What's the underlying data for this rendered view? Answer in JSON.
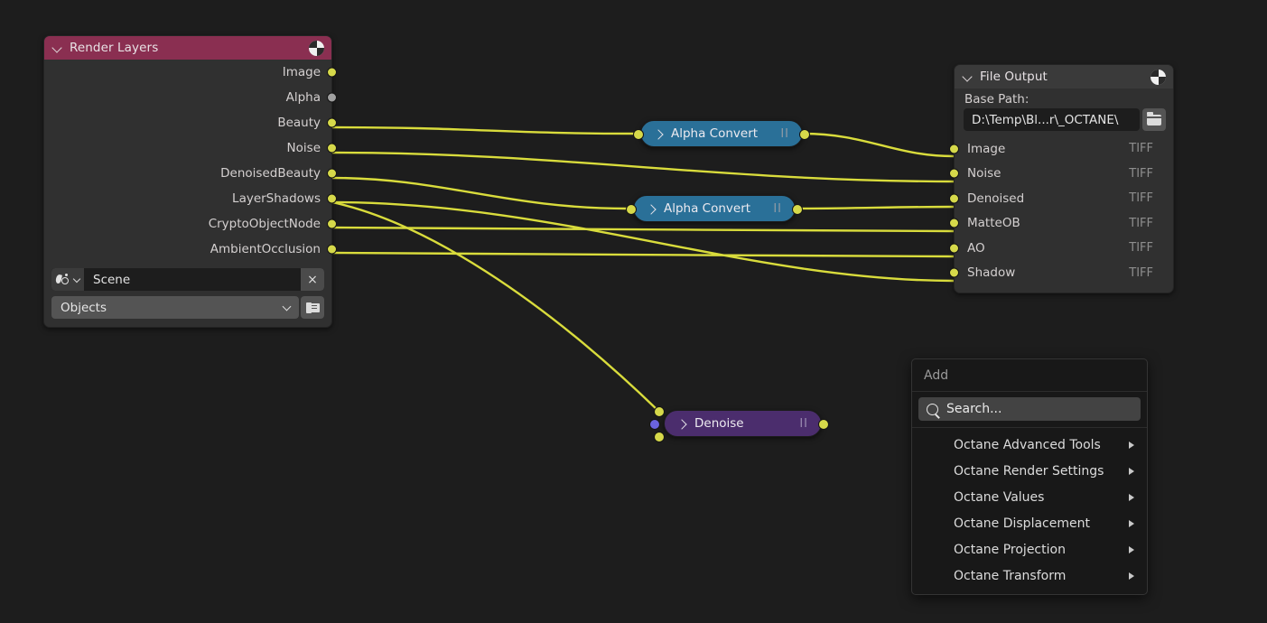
{
  "canvas": {
    "background": "#1d1d1d",
    "wire_color": "#d9dc3c"
  },
  "nodes": {
    "render_layers": {
      "title": "Render Layers",
      "header_color": "#8a2f51",
      "icon": "compositing-icon",
      "outputs": [
        {
          "label": "Image",
          "socket": "image",
          "connected": false
        },
        {
          "label": "Alpha",
          "socket": "value",
          "connected": false
        },
        {
          "label": "Beauty",
          "socket": "image",
          "connected": true
        },
        {
          "label": "Noise",
          "socket": "image",
          "connected": true
        },
        {
          "label": "DenoisedBeauty",
          "socket": "image",
          "connected": true
        },
        {
          "label": "LayerShadows",
          "socket": "image",
          "connected": true
        },
        {
          "label": "CryptoObjectNode",
          "socket": "image",
          "connected": true
        },
        {
          "label": "AmbientOcclusion",
          "socket": "image",
          "connected": true
        }
      ],
      "scene_field": {
        "value": "Scene",
        "clear_label": "×",
        "icon": "scene-id-icon"
      },
      "layer_dropdown": {
        "value": "Objects",
        "copy_icon": "duplicate-icon"
      }
    },
    "file_output": {
      "title": "File Output",
      "header_color": "#3a3a3a",
      "icon": "compositing-icon",
      "base_path_label": "Base Path:",
      "base_path_value": "D:\\Temp\\Bl...r\\_OCTANE\\",
      "folder_icon": "folder-icon",
      "inputs": [
        {
          "label": "Image",
          "format": "TIFF"
        },
        {
          "label": "Noise",
          "format": "TIFF"
        },
        {
          "label": "Denoised",
          "format": "TIFF"
        },
        {
          "label": "MatteOB",
          "format": "TIFF"
        },
        {
          "label": "AO",
          "format": "TIFF"
        },
        {
          "label": "Shadow",
          "format": "TIFF"
        }
      ]
    },
    "alpha_convert_1": {
      "title": "Alpha Convert",
      "color": "#2a7098",
      "pause_glyph": "II"
    },
    "alpha_convert_2": {
      "title": "Alpha Convert",
      "color": "#2a7098",
      "pause_glyph": "II"
    },
    "denoise": {
      "title": "Denoise",
      "color": "#4b2d6d",
      "pause_glyph": "II"
    }
  },
  "add_menu": {
    "title": "Add",
    "search_placeholder": "Search...",
    "search_icon": "search-icon",
    "items": [
      {
        "label": "Octane Advanced Tools",
        "has_submenu": true
      },
      {
        "label": "Octane Render Settings",
        "has_submenu": true
      },
      {
        "label": "Octane Values",
        "has_submenu": true
      },
      {
        "label": "Octane Displacement",
        "has_submenu": true
      },
      {
        "label": "Octane Projection",
        "has_submenu": true
      },
      {
        "label": "Octane Transform",
        "has_submenu": true
      }
    ]
  }
}
